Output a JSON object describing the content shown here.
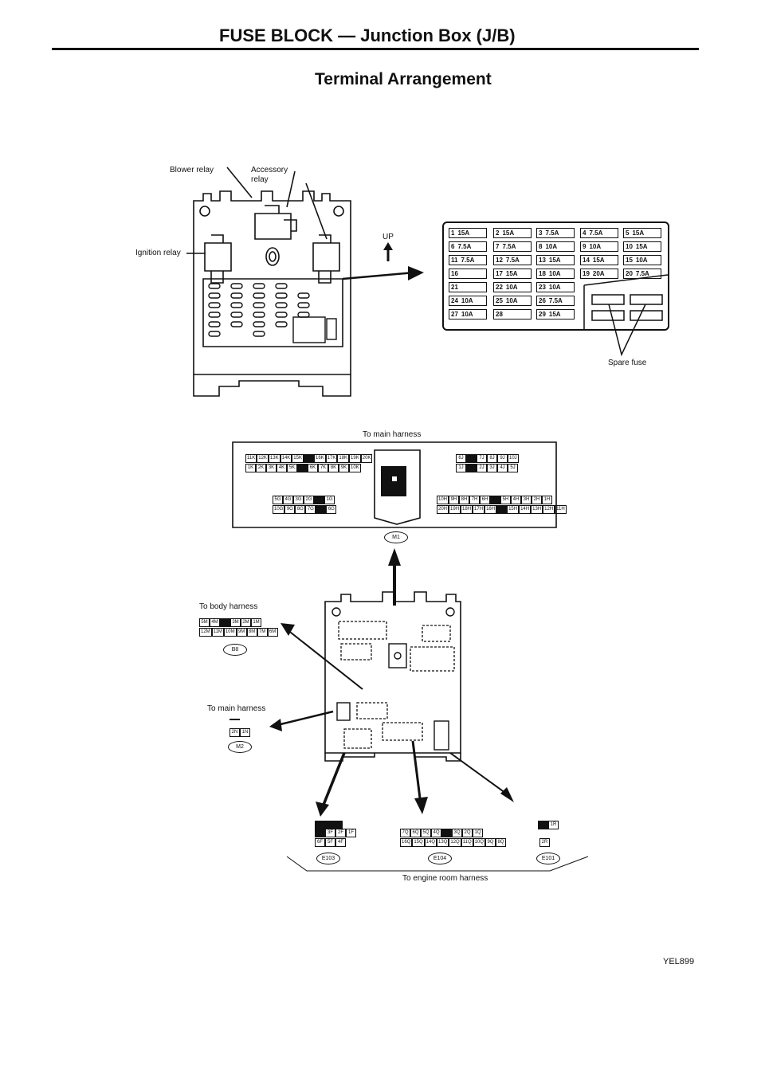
{
  "header": {
    "title": "FUSE BLOCK — Junction Box (J/B)",
    "subtitle": "Terminal Arrangement"
  },
  "labels": {
    "blower_relay": "Blower relay",
    "accessory_relay_1": "Accessory",
    "accessory_relay_2": "relay",
    "ignition_relay": "Ignition relay",
    "up": "UP",
    "spare_fuse": "Spare fuse",
    "to_main_harness_top": "To main harness",
    "to_body_harness": "To body harness",
    "to_main_harness_left": "To main harness",
    "to_engine_room_harness": "To engine room harness",
    "figure_code": "YEL899"
  },
  "fuses": [
    {
      "n": "1",
      "a": "15A"
    },
    {
      "n": "2",
      "a": "15A"
    },
    {
      "n": "3",
      "a": "7.5A"
    },
    {
      "n": "4",
      "a": "7.5A"
    },
    {
      "n": "5",
      "a": "15A"
    },
    {
      "n": "6",
      "a": "7.5A"
    },
    {
      "n": "7",
      "a": "7.5A"
    },
    {
      "n": "8",
      "a": "10A"
    },
    {
      "n": "9",
      "a": "10A"
    },
    {
      "n": "10",
      "a": "15A"
    },
    {
      "n": "11",
      "a": "7.5A"
    },
    {
      "n": "12",
      "a": "7.5A"
    },
    {
      "n": "13",
      "a": "15A"
    },
    {
      "n": "14",
      "a": "15A"
    },
    {
      "n": "15",
      "a": "10A"
    },
    {
      "n": "16",
      "a": ""
    },
    {
      "n": "17",
      "a": "15A"
    },
    {
      "n": "18",
      "a": "10A"
    },
    {
      "n": "19",
      "a": "20A"
    },
    {
      "n": "20",
      "a": "7.5A"
    },
    {
      "n": "21",
      "a": ""
    },
    {
      "n": "22",
      "a": "10A"
    },
    {
      "n": "23",
      "a": "10A"
    },
    {
      "n": "24",
      "a": "10A"
    },
    {
      "n": "25",
      "a": "10A"
    },
    {
      "n": "26",
      "a": "7.5A"
    },
    {
      "n": "27",
      "a": "10A"
    },
    {
      "n": "28",
      "a": ""
    },
    {
      "n": "29",
      "a": "15A"
    }
  ],
  "connectors": {
    "m1_left_top": [
      "11K",
      "12K",
      "13K",
      "14K",
      "15K",
      "",
      "16K",
      "17K",
      "18K",
      "19K",
      "20K"
    ],
    "m1_left_bot": [
      "1K",
      "2K",
      "3K",
      "4K",
      "5K",
      "",
      "6K",
      "7K",
      "8K",
      "9K",
      "10K"
    ],
    "m1_right_top": [
      "6J",
      "",
      "7J",
      "8J",
      "9J",
      "10J"
    ],
    "m1_right_bot": [
      "1J",
      "",
      "2J",
      "3J",
      "4J",
      "5J"
    ],
    "m1_g_top": [
      "5G",
      "4G",
      "3G",
      "2G",
      "",
      "1G"
    ],
    "m1_g_bot": [
      "10G",
      "9G",
      "8G",
      "7G",
      "",
      "6G"
    ],
    "m1_h_top": [
      "10H",
      "9H",
      "8H",
      "7H",
      "6H",
      "",
      "5H",
      "4H",
      "3H",
      "2H",
      "1H"
    ],
    "m1_h_bot": [
      "20H",
      "19H",
      "18H",
      "17H",
      "16H",
      "",
      "15H",
      "14H",
      "13H",
      "12H",
      "11H"
    ],
    "b8_top": [
      "5M",
      "4M",
      "",
      "3M",
      "2M",
      "1M"
    ],
    "b8_bot": [
      "12M",
      "11M",
      "10M",
      "9M",
      "8M",
      "7M",
      "6M"
    ],
    "m2_top": [
      ""
    ],
    "m2_bot": [
      "2N",
      "1N"
    ],
    "e103_top": [
      "",
      "3F",
      "2F",
      "1F"
    ],
    "e103_bot": [
      "6F",
      "5F",
      "4F"
    ],
    "e104_top": [
      "7Q",
      "6Q",
      "5Q",
      "4Q",
      "",
      "3Q",
      "2Q",
      "1Q"
    ],
    "e104_bot": [
      "16Q",
      "15Q",
      "14Q",
      "13Q",
      "12Q",
      "11Q",
      "10Q",
      "9Q",
      "8Q"
    ],
    "e101_top": [
      "",
      "1R"
    ],
    "e101_bot": [
      "2R"
    ]
  },
  "connector_ids": {
    "m1": "M1",
    "b8": "B8",
    "m2": "M2",
    "e103": "E103",
    "e104": "E104",
    "e101": "E101"
  }
}
